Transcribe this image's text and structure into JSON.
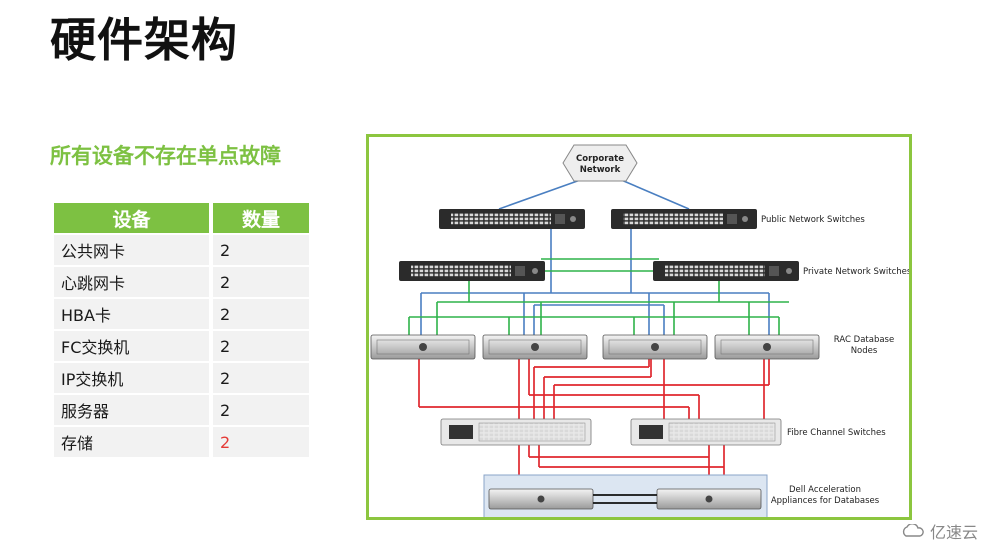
{
  "title": "硬件架构",
  "subtitle": "所有设备不存在单点故障",
  "table": {
    "headers": [
      "设备",
      "数量"
    ],
    "rows": [
      {
        "device": "公共网卡",
        "count": "2"
      },
      {
        "device": "心跳网卡",
        "count": "2"
      },
      {
        "device": "HBA卡",
        "count": "2"
      },
      {
        "device": "FC交换机",
        "count": "2"
      },
      {
        "device": "IP交换机",
        "count": "2"
      },
      {
        "device": "服务器",
        "count": "2"
      },
      {
        "device": "存储",
        "count": "2"
      }
    ]
  },
  "diagram": {
    "corporate_network": [
      "Corporate",
      "Network"
    ],
    "public_switches_label": "Public Network Switches",
    "private_switches_label": "Private Network Switches",
    "rac_nodes_label": [
      "RAC Database",
      "Nodes"
    ],
    "fc_switches_label": "Fibre Channel Switches",
    "appliances_label": [
      "Dell Acceleration",
      "Appliances for Databases"
    ],
    "colors": {
      "border": "#8cc63f",
      "public_link": "#4a7fc1",
      "private_link": "#2eb34a",
      "fc_link": "#e0282e"
    }
  },
  "watermark": "亿速云"
}
